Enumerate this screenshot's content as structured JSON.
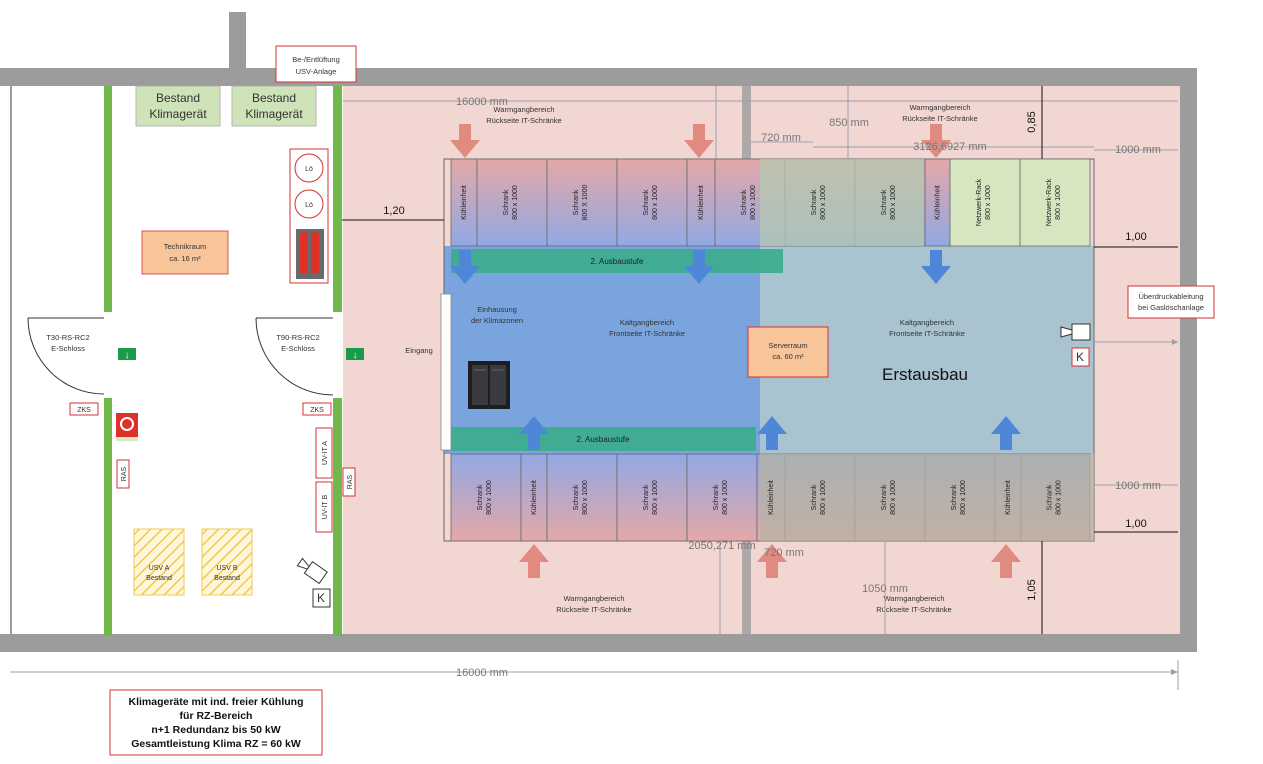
{
  "labels": {
    "ventilation_l1": "Be-/Entlüftung",
    "ventilation_l2": "USV-Anlage",
    "bestand_clima_1_l1": "Bestand",
    "bestand_clima_1_l2": "Klimagerät",
    "bestand_clima_2_l1": "Bestand",
    "bestand_clima_2_l2": "Klimagerät",
    "technikraum_l1": "Technikraum",
    "technikraum_l2": "ca. 16 m²",
    "loesch_1": "Lö",
    "loesch_2": "Lö",
    "door_left_l1": "T30-RS-RC2",
    "door_left_l2": "E-Schloss",
    "door_right_l1": "T90-RS-RC2",
    "door_right_l2": "E-Schloss",
    "zks_left": "ZKS",
    "zks_right": "ZKS",
    "ras_left": "RAS",
    "ras_right": "RAS",
    "uv_it_a": "UV-IT A",
    "uv_it_b": "UV-IT B",
    "usv_a_l1": "USV A",
    "usv_a_l2": "Bestand",
    "usv_b_l1": "USV B",
    "usv_b_l2": "Bestand",
    "k_left": "K",
    "k_right": "K",
    "eingang": "Eingang",
    "einhausung_l1": "Einhausung",
    "einhausung_l2": "der Klimazonen",
    "kaltgang_left_l1": "Kaltgangbereich",
    "kaltgang_left_l2": "Frontseite IT-Schränke",
    "kaltgang_right_l1": "Kaltgangbereich",
    "kaltgang_right_l2": "Frontseite IT-Schränke",
    "warmgang_top_left_l1": "Warmgangbereich",
    "warmgang_top_left_l2": "Rückseite IT-Schränke",
    "warmgang_top_right_l1": "Warmgangbereich",
    "warmgang_top_right_l2": "Rückseite IT-Schränke",
    "warmgang_bottom_left_l1": "Warmgangbereich",
    "warmgang_bottom_left_l2": "Rückseite IT-Schränke",
    "warmgang_bottom_right_l1": "Warmgangbereich",
    "warmgang_bottom_right_l2": "Rückseite IT-Schränke",
    "serverraum_l1": "Serverraum",
    "serverraum_l2": "ca. 60 m²",
    "erstausbau": "Erstausbau",
    "ausbaustufe_top": "2. Ausbaustufe",
    "ausbaustufe_bottom": "2. Ausbaustufe",
    "ueberdruck_l1": "Überdruckableitung",
    "ueberdruck_l2": "bei Gaslöschanlage"
  },
  "top_row": [
    {
      "l1": "Kühleinheit",
      "l2": ""
    },
    {
      "l1": "Schrank",
      "l2": "800 x 1000"
    },
    {
      "l1": "Schrank",
      "l2": "800 X 1000"
    },
    {
      "l1": "Schrank",
      "l2": "800 x 1000"
    },
    {
      "l1": "Kühleinheit",
      "l2": ""
    },
    {
      "l1": "Schrank",
      "l2": "800 x 1000"
    },
    {
      "l1": "Schrank",
      "l2": "800 x 1000"
    },
    {
      "l1": "Schrank",
      "l2": "800 x 1000"
    },
    {
      "l1": "Kühleinheit",
      "l2": ""
    },
    {
      "l1": "Netzwerk-Rack",
      "l2": "800 x 1000"
    },
    {
      "l1": "Netzwerk-Rack",
      "l2": "800 x 1000"
    }
  ],
  "bottom_row": [
    {
      "l1": "Schrank",
      "l2": "800 x 1000"
    },
    {
      "l1": "Kühleinheit",
      "l2": ""
    },
    {
      "l1": "Schrank",
      "l2": "800 x 1000"
    },
    {
      "l1": "Schrank",
      "l2": "800 x 1000"
    },
    {
      "l1": "Schrank",
      "l2": "800 x 1000"
    },
    {
      "l1": "Kühleinheit",
      "l2": ""
    },
    {
      "l1": "Schrank",
      "l2": "800 x 1000"
    },
    {
      "l1": "Schrank",
      "l2": "800 x 1000"
    },
    {
      "l1": "Schrank",
      "l2": "800 x 1000"
    },
    {
      "l1": "Kühleinheit",
      "l2": ""
    },
    {
      "l1": "Schrank",
      "l2": "800 x 1000"
    }
  ],
  "dimensions": {
    "d_16000_top": "16000 mm",
    "d_850": "850 mm",
    "d_720": "720 mm",
    "d_085": "0,85",
    "d_1000_top": "1000 mm",
    "d_3126927": "3126,6927 mm",
    "d_120": "1,20",
    "d_100_top": "1,00",
    "d_1000_bottom": "1000 mm",
    "d_100_bottom": "1,00",
    "d_2050": "2050,271 mm",
    "d_720_bottom": "720 mm",
    "d_1050": "1050 mm",
    "d_105": "1,05",
    "d_16000_bottom": "16000 mm"
  },
  "note": {
    "l1": "Klimageräte mit ind. freier Kühlung",
    "l2": "für RZ-Bereich",
    "l3": "n+1 Redundanz bis 50 kW",
    "l4": "Gesamtleistung Klima RZ = 60 kW"
  },
  "colors": {
    "wall": "#9c9c9c",
    "warm_zone": "#f2d6d2",
    "cold_zone": "#7aa4dd",
    "erstausbau_zone": "#a9c4d0",
    "green_wall": "#71b84a",
    "ausbaustufe": "#3aad8c",
    "hot_arrow": "#e08a80",
    "cold_arrow": "#4e86d8",
    "clima_box": "#cfe3b8",
    "orange_box": "#f8c49a",
    "red_border": "#d33333"
  }
}
